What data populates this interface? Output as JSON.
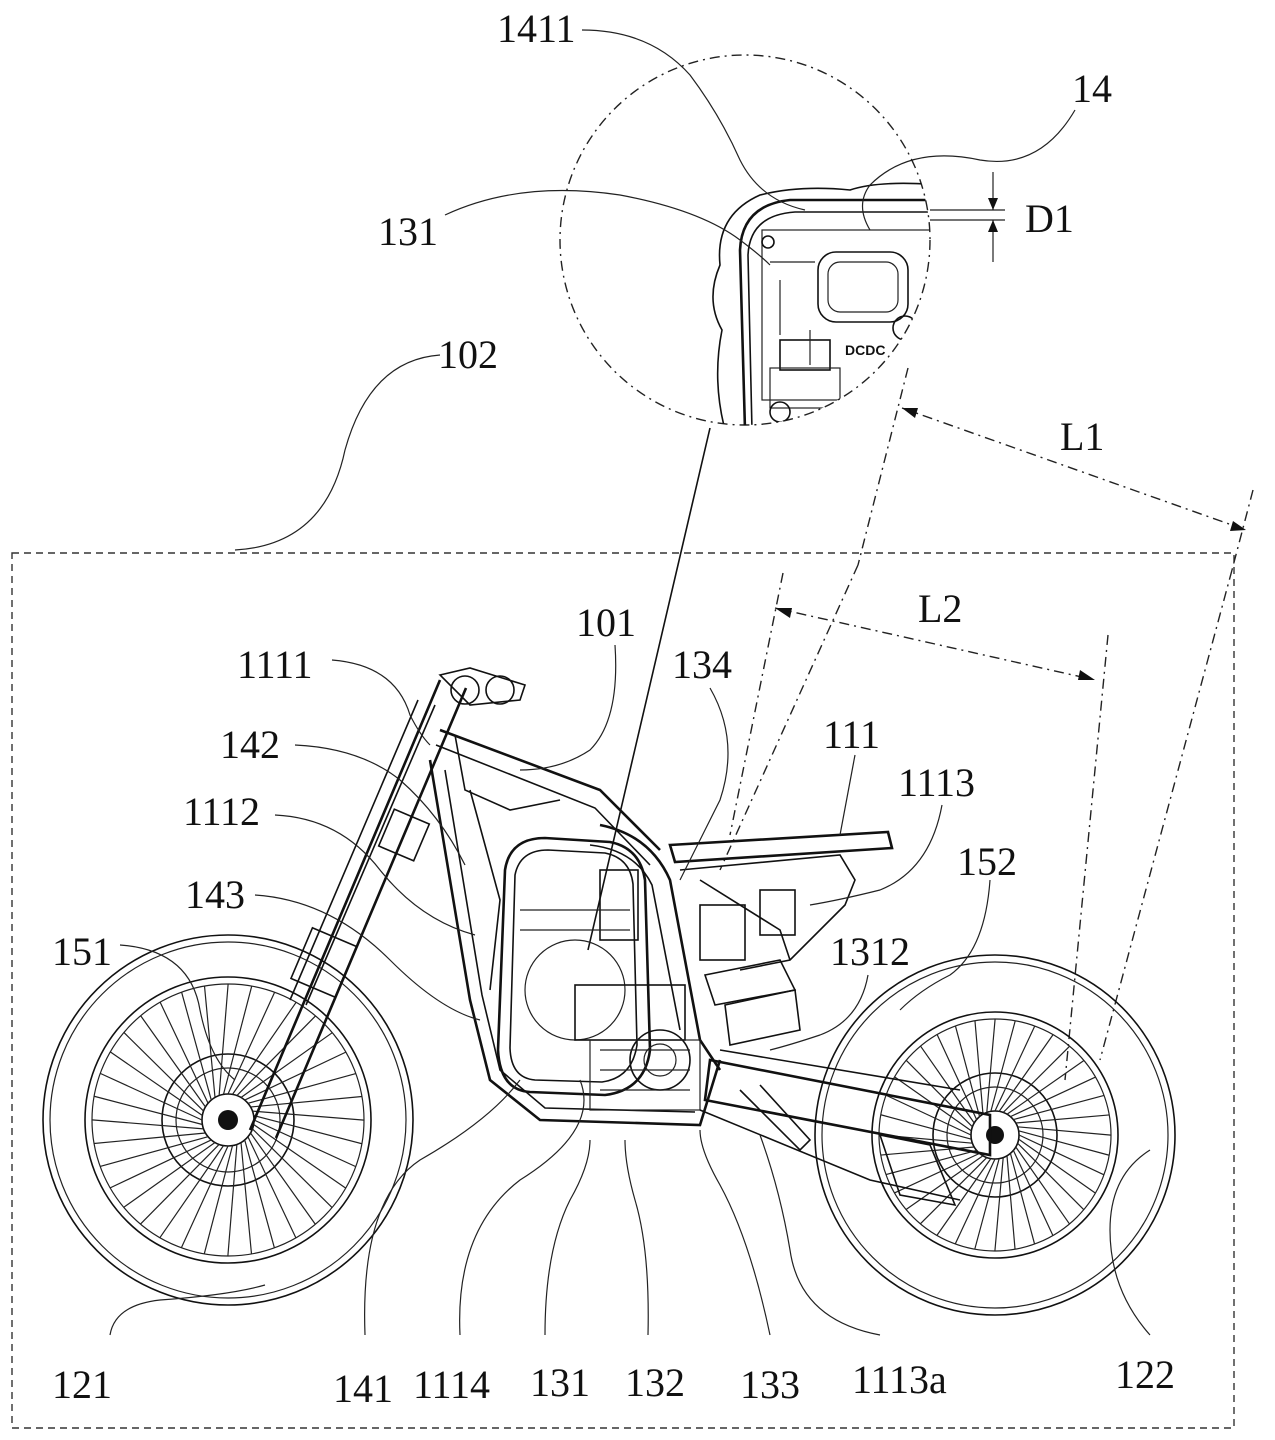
{
  "labels": {
    "l1411": "1411",
    "l14": "14",
    "l131_top": "131",
    "lD1": "D1",
    "l102": "102",
    "lL1": "L1",
    "l101": "101",
    "lL2": "L2",
    "l1111": "1111",
    "l134": "134",
    "l142": "142",
    "l111": "111",
    "l1113": "1113",
    "l1112": "1112",
    "l152": "152",
    "l143": "143",
    "l1312": "1312",
    "l151": "151",
    "l121": "121",
    "l141": "141",
    "l1114": "1114",
    "l131_bottom": "131",
    "l132": "132",
    "l133": "133",
    "l1113a": "1113a",
    "l122": "122"
  },
  "inset_text": "DCDC"
}
